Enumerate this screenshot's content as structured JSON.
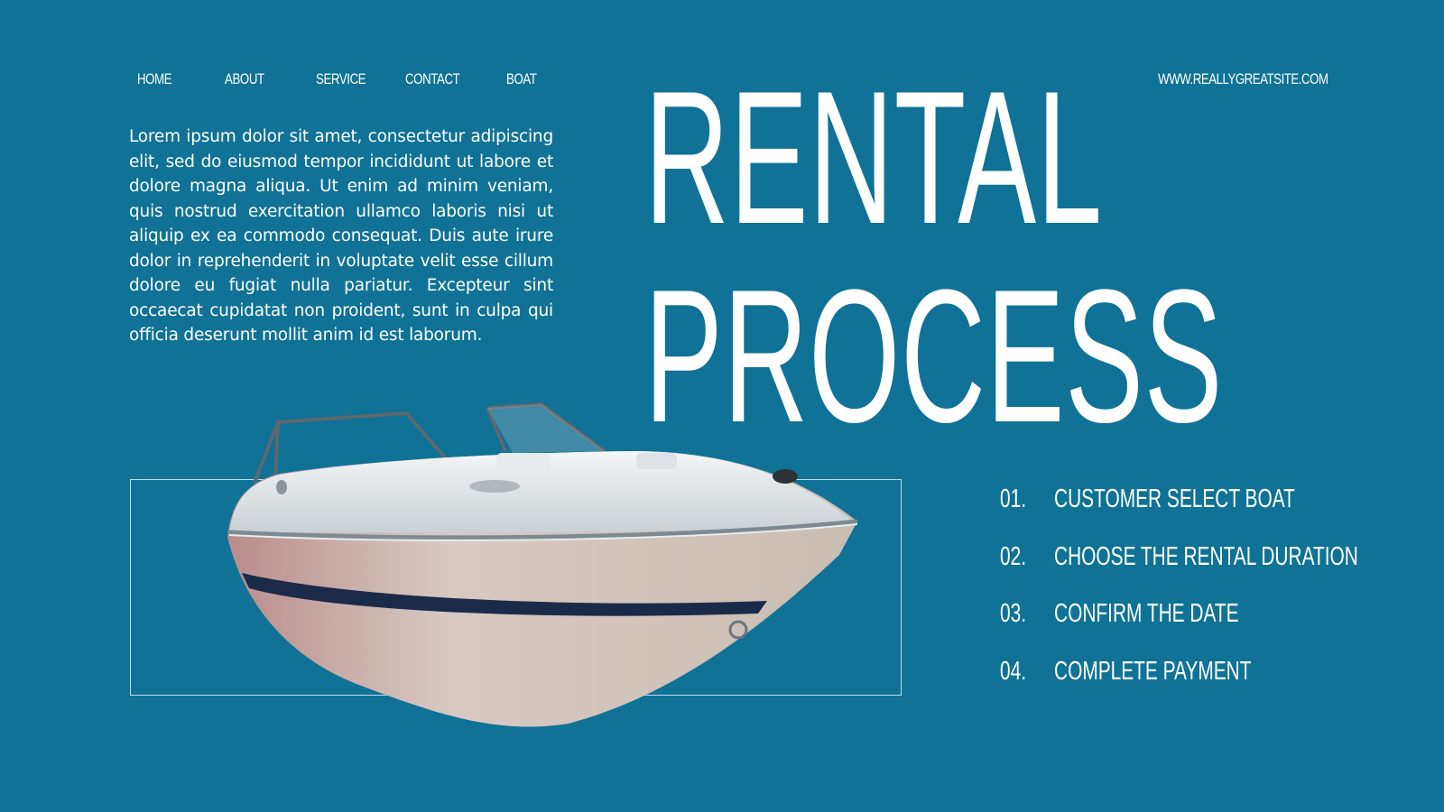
{
  "nav": {
    "items": [
      {
        "label": "HOME"
      },
      {
        "label": "ABOUT"
      },
      {
        "label": "SERVICE"
      },
      {
        "label": "CONTACT"
      },
      {
        "label": "BOAT"
      }
    ]
  },
  "site_url": "WWW.REALLYGREATSITE.COM",
  "body_text": "Lorem ipsum dolor sit amet, consectetur adipiscing elit, sed do eiusmod tempor incididunt ut labore et dolore magna aliqua. Ut enim ad minim veniam, quis nostrud exercitation ullamco laboris nisi ut aliquip ex ea commodo consequat. Duis aute irure dolor in reprehenderit in voluptate velit esse cillum dolore eu fugiat nulla pariatur. Excepteur sint occaecat cupidatat non proident, sunt in culpa qui officia deserunt mollit anim id est laborum.",
  "title": {
    "line1": "RENTAL",
    "line2": "PROCESS"
  },
  "steps": [
    {
      "num": "01.",
      "label": "CUSTOMER SELECT BOAT"
    },
    {
      "num": "02.",
      "label": "CHOOSE THE RENTAL DURATION"
    },
    {
      "num": "03.",
      "label": "CONFIRM THE DATE"
    },
    {
      "num": "04.",
      "label": "COMPLETE PAYMENT"
    }
  ],
  "colors": {
    "background": "#0f7296",
    "text": "#ffffff"
  },
  "icons": {
    "boat_image": "speedboat-photo"
  }
}
